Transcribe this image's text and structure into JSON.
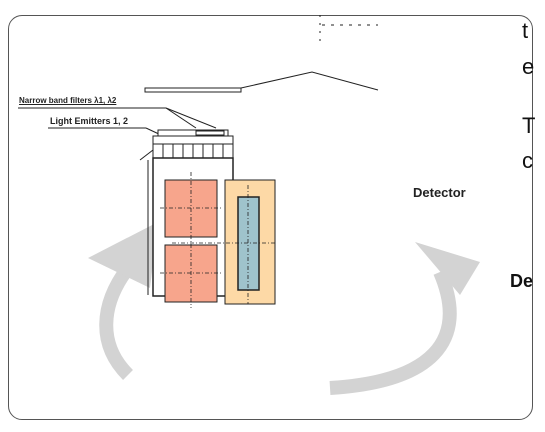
{
  "labels": {
    "filters": "Narrow band filters λ1, λ2",
    "emitters": "Light Emitters 1, 2",
    "detector": "Detector"
  },
  "cropped_text": {
    "line1": "t",
    "line2": "e",
    "line3": "T",
    "line4": "c",
    "line5": "De"
  },
  "colors": {
    "frame": "#555555",
    "emitter_fill": "#f7a58c",
    "detector_fill": "#fdd9a6",
    "detector_inner": "#9fc3cc",
    "arrow": "#d3d3d3",
    "line": "#222222"
  }
}
